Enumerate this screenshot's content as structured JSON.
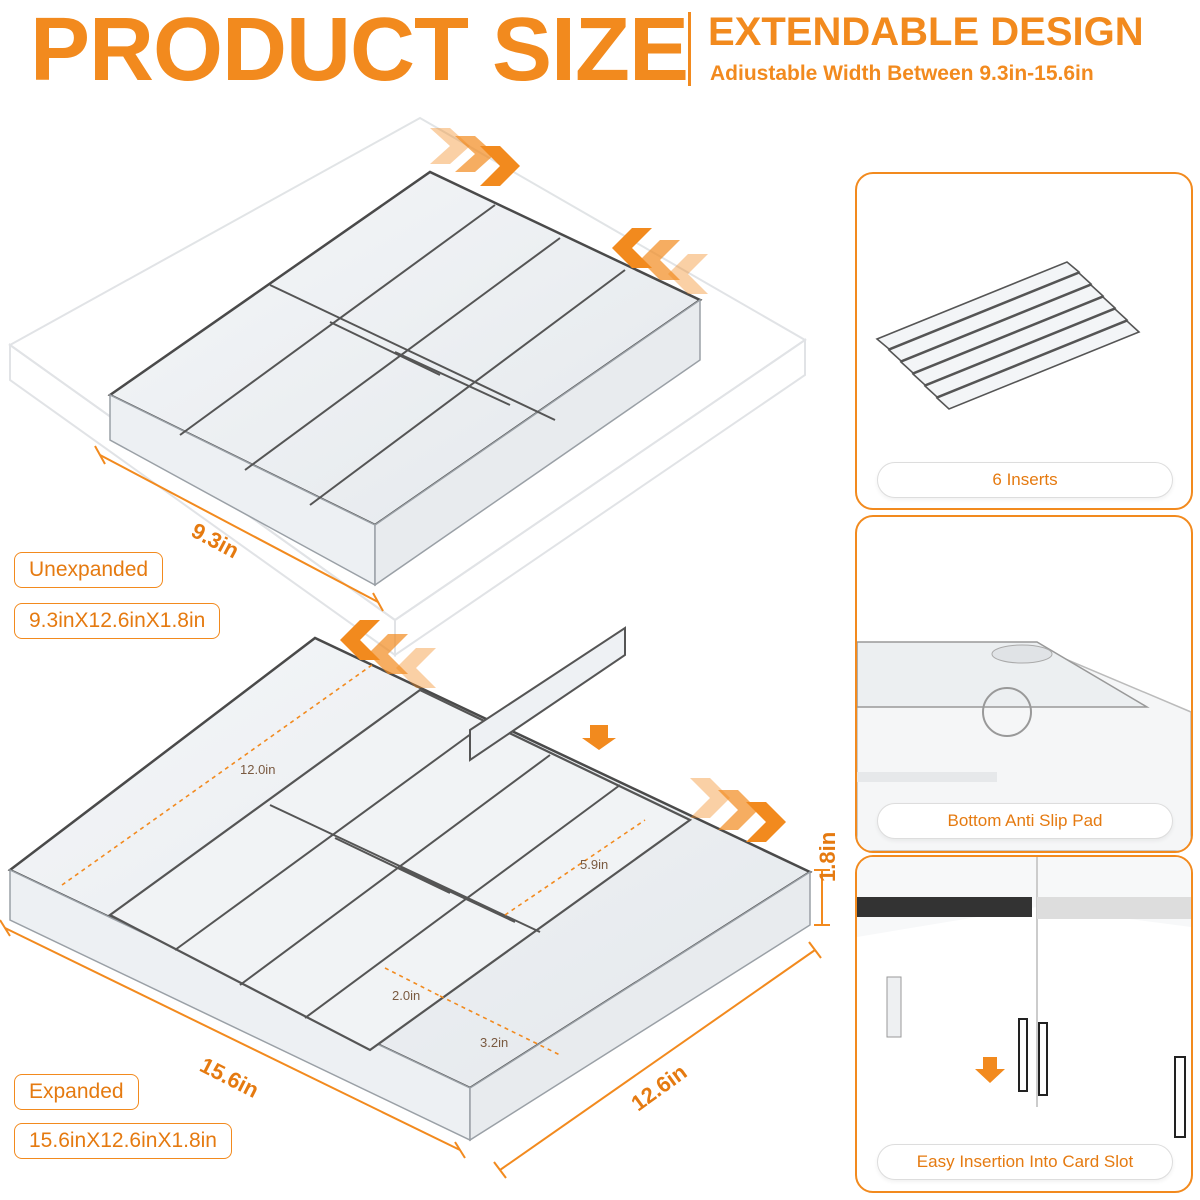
{
  "header": {
    "title": "PRODUCT SIZE",
    "subtitle": "EXTENDABLE DESIGN",
    "subline": "Adiustable Width Between 9.3in-15.6in"
  },
  "top_tray": {
    "width_label": "9.3in",
    "state_label": "Unexpanded",
    "size_label": "9.3inX12.6inX1.8in"
  },
  "bottom_tray": {
    "width_label": "15.6in",
    "depth_label": "12.6in",
    "height_label": "1.8in",
    "state_label": "Expanded",
    "size_label": "15.6inX12.6inX1.8in",
    "inner_dims": [
      "12.0in",
      "5.9in",
      "2.0in",
      "3.2in"
    ]
  },
  "panels": [
    {
      "caption": "6 Inserts"
    },
    {
      "caption": "Bottom Anti Slip Pad"
    },
    {
      "caption": "Easy Insertion Into Card Slot"
    }
  ],
  "colors": {
    "accent": "#f28a1e",
    "line": "#4a4a4a"
  }
}
